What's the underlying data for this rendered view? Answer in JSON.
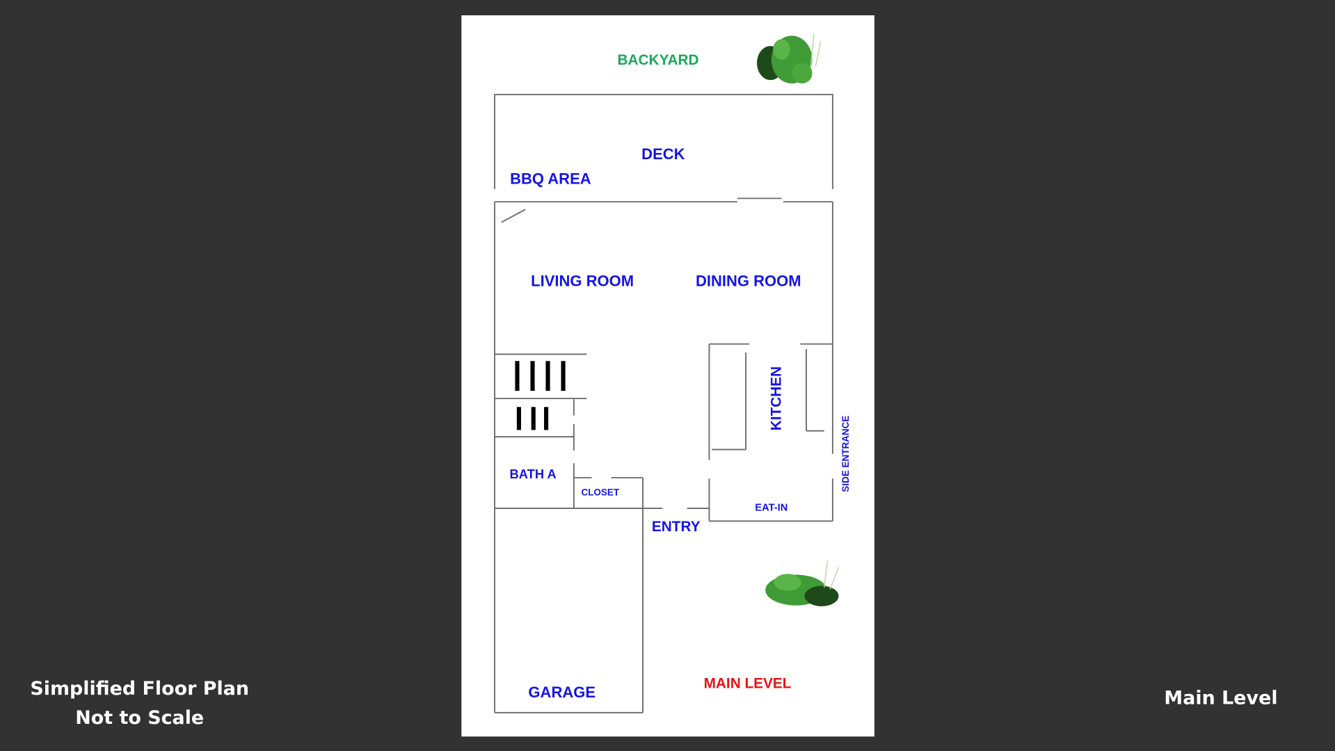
{
  "caption": {
    "line1": "Simplified Floor Plan",
    "line2": "Not to Scale"
  },
  "level_title": "Main Level",
  "floor_plan": {
    "outside": {
      "backyard": "BACKYARD",
      "main_level": "MAIN LEVEL"
    },
    "rooms": {
      "deck": "DECK",
      "bbq_area": "BBQ AREA",
      "living_room": "LIVING ROOM",
      "dining_room": "DINING ROOM",
      "kitchen": "KITCHEN",
      "side_entrance": "SIDE ENTRANCE",
      "bath_a": "BATH A",
      "closet": "CLOSET",
      "eat_in": "EAT-IN",
      "entry": "ENTRY",
      "garage": "GARAGE"
    }
  },
  "colors": {
    "background": "#323232",
    "room_label": "#1414e6",
    "backyard_label": "#1aa85a",
    "main_level_label": "#e61414"
  }
}
